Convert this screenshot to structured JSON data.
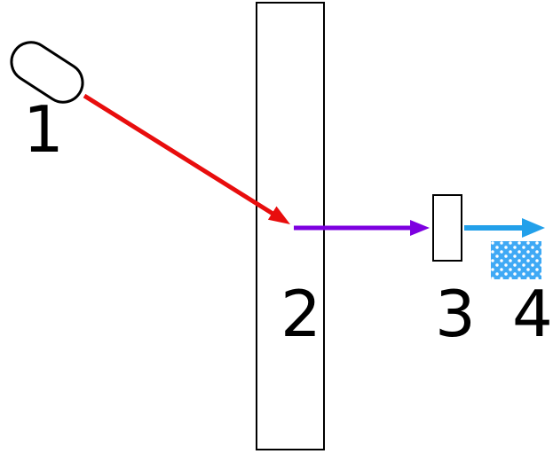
{
  "diagram": {
    "labels": {
      "source": "1",
      "plate": "2",
      "filter": "3",
      "detector": "4"
    },
    "colors": {
      "incident_beam": "#e80d0d",
      "transmitted_beam": "#7d00e0",
      "output_beam": "#22a0ea",
      "detector_fill": "#3fa9f5",
      "outline": "#000000",
      "background": "#ffffff"
    }
  }
}
